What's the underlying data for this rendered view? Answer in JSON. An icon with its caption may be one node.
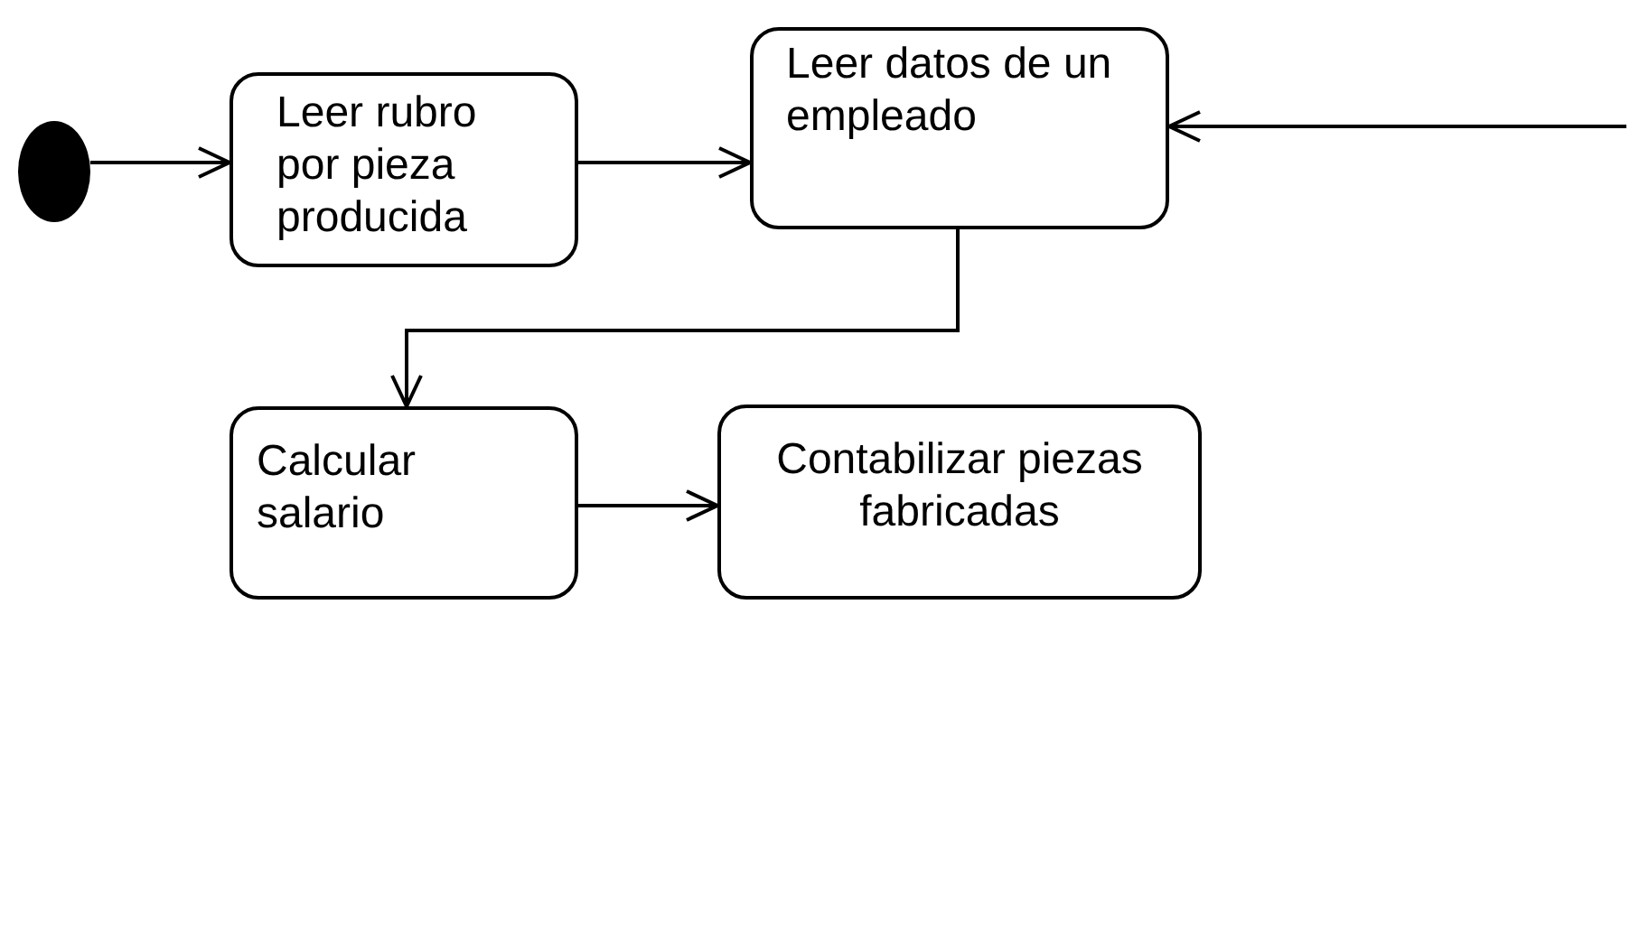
{
  "diagram": {
    "nodes": [
      {
        "text": [],
        "shape": "circle"
      },
      {
        "text": [
          "Leer rubro por pieza producida"
        ]
      },
      {
        "text": [
          "Leer datos de un empleado"
        ]
      },
      {
        "text": [
          "Calcular salario"
        ]
      },
      {
        "text": [
          "Contabilizar piezas fabricadas"
        ]
      }
    ],
    "edges": [
      {
        "from": 0,
        "to": 1,
        "arrow": "to"
      },
      {
        "from": 1,
        "to": 2,
        "arrow": "to"
      },
      {
        "from": null,
        "to": 2,
        "arrow": "to"
      },
      {
        "from": 2,
        "to": 3,
        "arrow": "to"
      },
      {
        "from": 3,
        "to": 4,
        "arrow": "to"
      }
    ]
  }
}
